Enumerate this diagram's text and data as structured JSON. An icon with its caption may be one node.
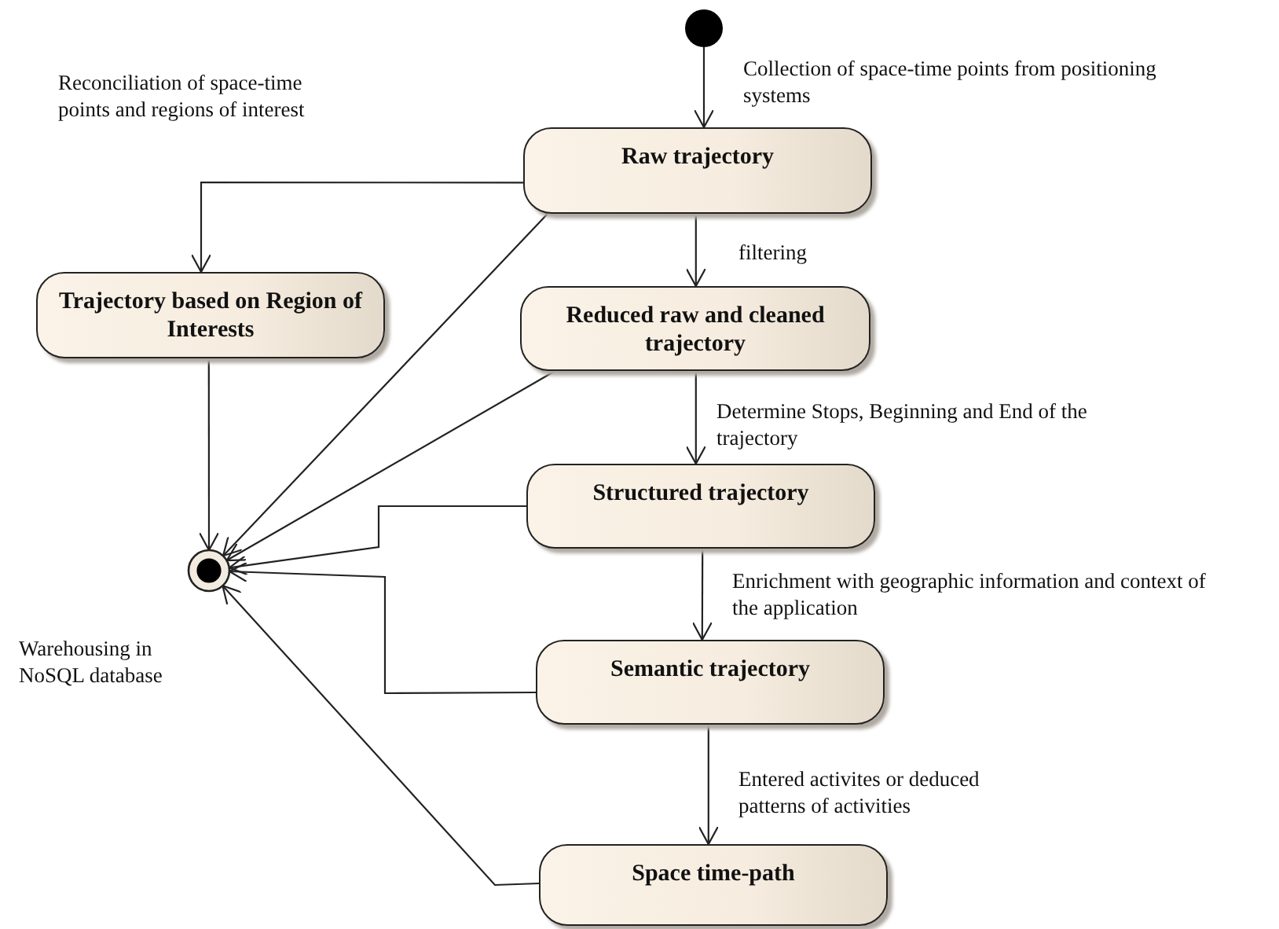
{
  "diagram": {
    "nodes": [
      {
        "text": [],
        "shape": "circle"
      },
      {
        "text": [
          "Raw trajectory"
        ]
      },
      {
        "text": [
          "Trajectory based on Region of Interests"
        ]
      },
      {
        "text": [
          "Reduced raw and cleaned trajectory"
        ]
      },
      {
        "text": [
          "Structured trajectory"
        ]
      },
      {
        "text": [
          "Semantic trajectory"
        ]
      },
      {
        "text": [
          "Space time-path"
        ]
      },
      {
        "text": [],
        "shape": "circle",
        "beside": [
          "Warehousing in NoSQL database"
        ]
      }
    ],
    "edges": [
      {
        "from": 0,
        "to": 1,
        "arrow": "to",
        "label": "Collection of space-time points from positioning systems"
      },
      {
        "from": 1,
        "to": 2,
        "arrow": "to",
        "label": "Reconciliation of space-time points and regions of interest"
      },
      {
        "from": 1,
        "to": 7,
        "arrow": "to"
      },
      {
        "from": 3,
        "to": 7,
        "arrow": "to"
      },
      {
        "from": 1,
        "to": 3,
        "arrow": "to",
        "label": "filtering"
      },
      {
        "from": 2,
        "to": 7,
        "arrow": "to"
      },
      {
        "from": 3,
        "to": 4,
        "arrow": "to",
        "label": "Determine Stops, Beginning and End of the trajectory"
      },
      {
        "from": 4,
        "to": 7,
        "arrow": "to"
      },
      {
        "from": 4,
        "to": 5,
        "arrow": "to",
        "label": "Enrichment with geographic information and context of the application"
      },
      {
        "from": 5,
        "to": 7,
        "arrow": "to"
      },
      {
        "from": 5,
        "to": 6,
        "arrow": "to",
        "label": "Entered activites or deduced patterns of activities"
      },
      {
        "from": 6,
        "to": 7,
        "arrow": "to"
      }
    ]
  }
}
